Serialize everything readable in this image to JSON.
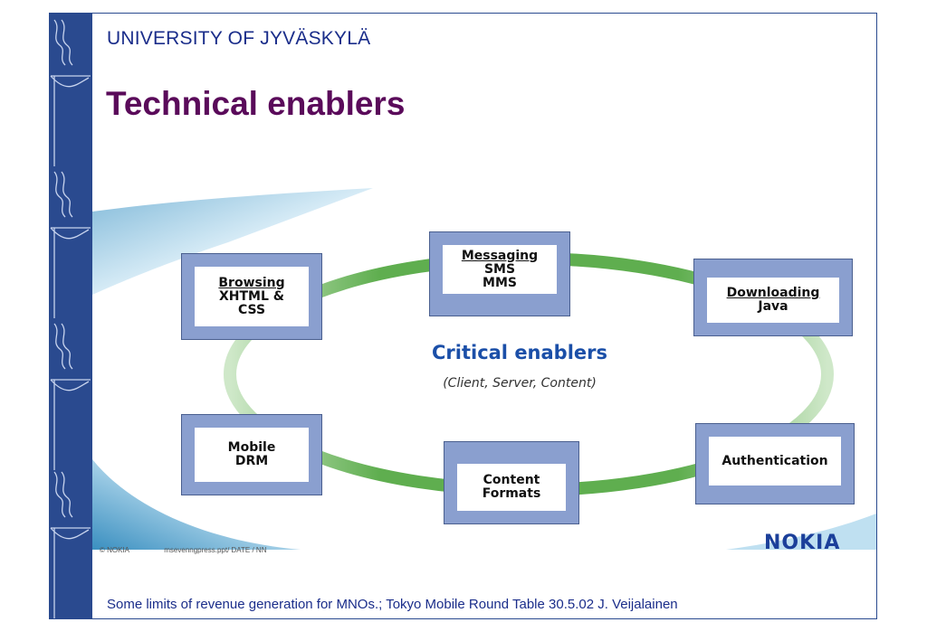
{
  "header": {
    "university": "UNIVERSITY OF JYVÄSKYLÄ",
    "title": "Technical enablers"
  },
  "diagram": {
    "center_title": "Critical enablers",
    "center_subtitle": "(Client, Server, Content)",
    "nodes": {
      "browsing": {
        "heading": "Browsing",
        "lines": [
          "XHTML &",
          "CSS"
        ]
      },
      "messaging": {
        "heading": "Messaging",
        "lines": [
          "SMS",
          "MMS"
        ]
      },
      "downloading": {
        "heading": "Downloading",
        "lines": [
          "Java"
        ]
      },
      "mobile_drm": {
        "lines": [
          "Mobile",
          "DRM"
        ]
      },
      "content_formats": {
        "lines": [
          "Content",
          "Formats"
        ]
      },
      "authentication": {
        "lines": [
          "Authentication"
        ]
      }
    },
    "slide_footer_left": "© NOKIA",
    "slide_footer_file": "msevenngpress.ppt/ DATE / NN",
    "brand_logo_text": "NOKIA"
  },
  "footer": {
    "text": "Some limits of revenue generation for MNOs.; Tokyo Mobile Round Table 30.5.02 J. Veijalainen"
  },
  "colors": {
    "band": "#2a4a8f",
    "title": "#5a0a5a",
    "header_text": "#1a2d8a",
    "ring": "#5fae4f",
    "node": "#8a9fcf"
  }
}
